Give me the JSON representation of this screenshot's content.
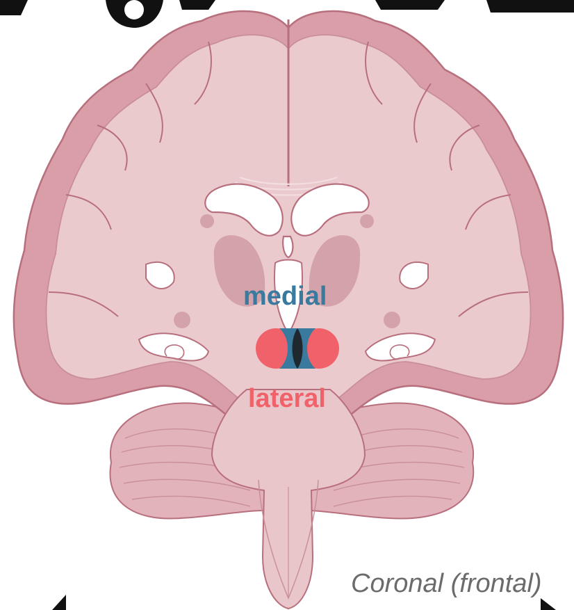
{
  "diagram": {
    "view_caption": "Coronal (frontal)",
    "labels": {
      "medial": "medial",
      "lateral": "lateral"
    },
    "colors": {
      "medial": "#3a7a9e",
      "lateral": "#f0616a",
      "brain_fill": "#e9c6c9",
      "cortex_fill": "#d99ea7",
      "outline": "#b86f7d",
      "ventricle": "#ffffff",
      "caption": "#6b6b6b"
    },
    "icons": [
      "medial-lateral-marker-icon"
    ]
  }
}
